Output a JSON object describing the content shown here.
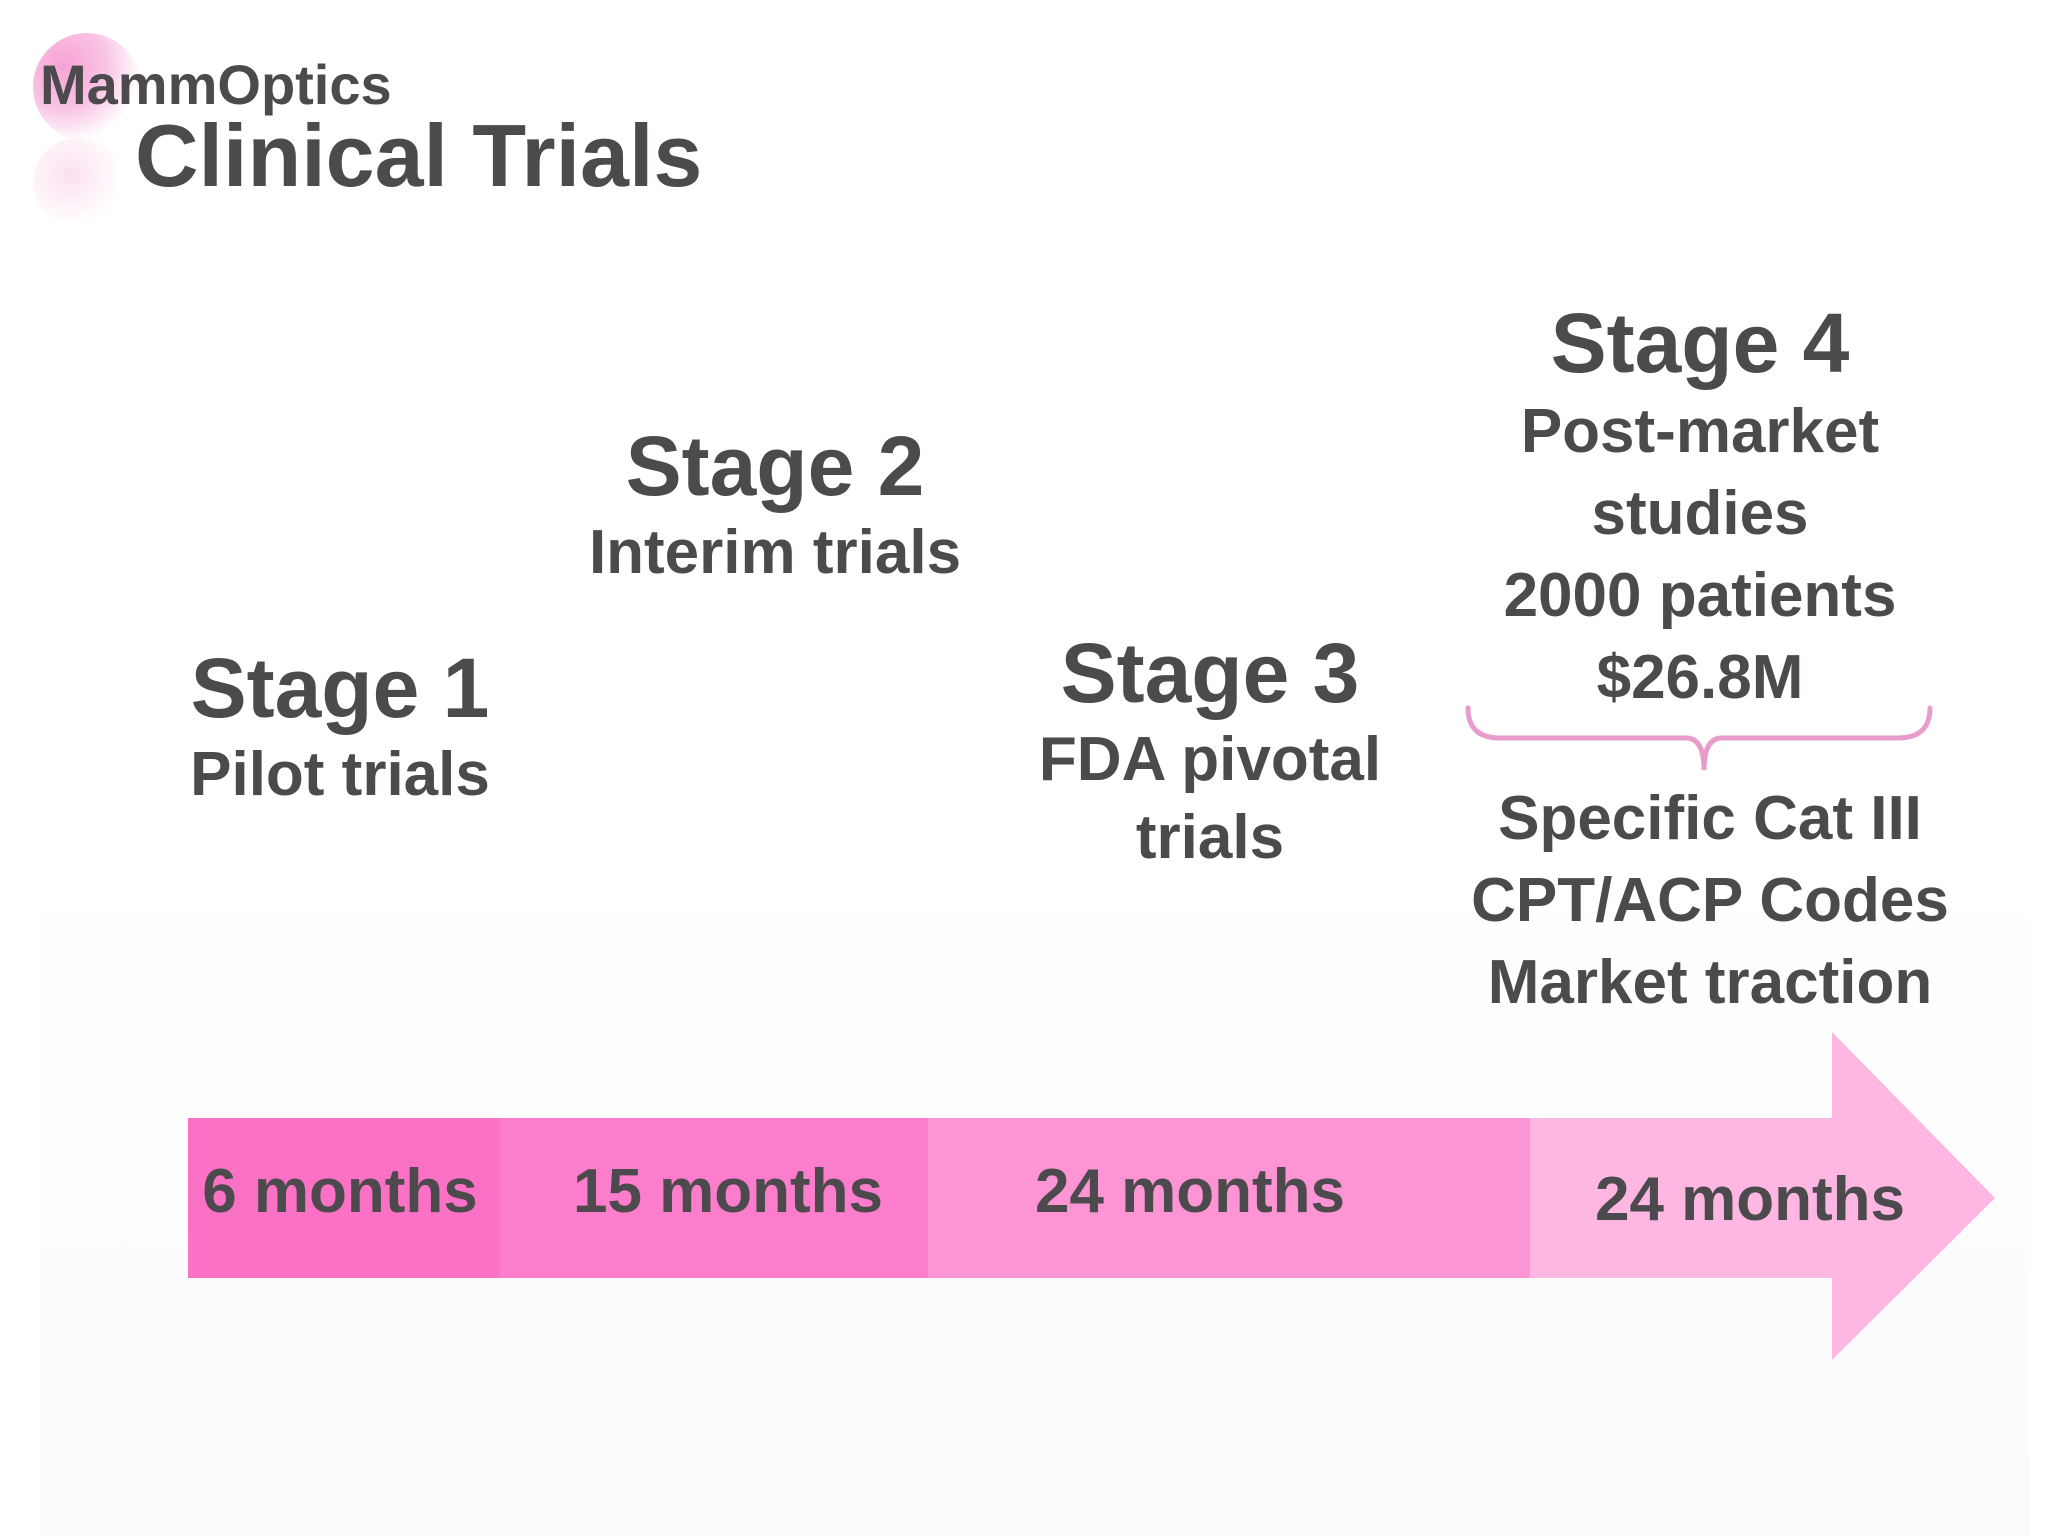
{
  "header": {
    "brand": "MammOptics",
    "title": "Clinical Trials"
  },
  "stages": [
    {
      "heading": "Stage 1",
      "lines": [
        "Pilot trials"
      ],
      "duration": "6 months"
    },
    {
      "heading": "Stage 2",
      "lines": [
        "Interim trials"
      ],
      "duration": "15 months"
    },
    {
      "heading": "Stage 3",
      "lines": [
        "FDA pivotal",
        "trials"
      ],
      "duration": "24 months"
    },
    {
      "heading": "Stage 4",
      "lines": [
        "Post-market",
        "studies",
        "2000 patients",
        "$26.8M"
      ],
      "duration": "24 months"
    }
  ],
  "outcomes": [
    "Specific Cat III",
    "CPT/ACP Codes",
    "Market traction"
  ],
  "colors": {
    "text": "#4c4a4d",
    "segment1": "#fb71c6",
    "segment2": "#fc7dcc",
    "segment3": "#fd95d5",
    "segment4": "#fdb7e2",
    "brace": "#e89ccb"
  }
}
